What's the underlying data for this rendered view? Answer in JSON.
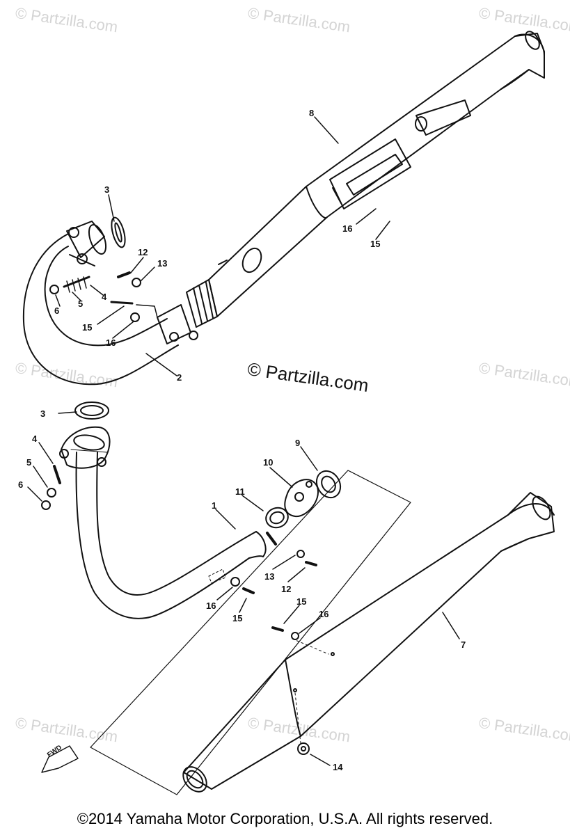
{
  "watermark_text": "© Partzilla.com",
  "center_watermark": "© Partzilla.com",
  "copyright": "©2014 Yamaha Motor Corporation, U.S.A. All rights reserved.",
  "fwd_label": "FWD",
  "callouts": {
    "c8_muffler_top": "8",
    "c3_top": "3",
    "c12_top": "12",
    "c13_top": "13",
    "c5_top": "5",
    "c4_top": "4",
    "c6_top": "6",
    "c15_top": "15",
    "c16_top": "16",
    "c2": "2",
    "c16_right": "16",
    "c15_right": "15",
    "c3_bottom": "3",
    "c4_bottom": "4",
    "c5_bottom": "5",
    "c6_bottom": "6",
    "c1": "1",
    "c11": "11",
    "c10": "10",
    "c9": "9",
    "c13_bottom": "13",
    "c12_bottom": "12",
    "c16_bottom": "16",
    "c15_bottom": "15",
    "c15_muffler": "15",
    "c16_muffler": "16",
    "c7": "7",
    "c14": "14"
  }
}
